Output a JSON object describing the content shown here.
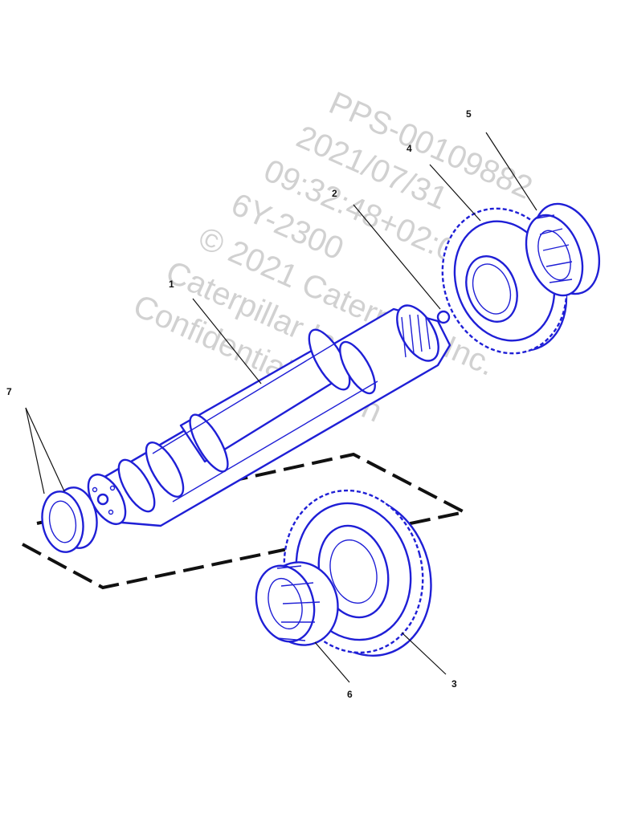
{
  "diagram": {
    "callouts": [
      {
        "id": "1",
        "label": "1"
      },
      {
        "id": "2",
        "label": "2"
      },
      {
        "id": "3",
        "label": "3"
      },
      {
        "id": "4",
        "label": "4"
      },
      {
        "id": "5",
        "label": "5"
      },
      {
        "id": "6",
        "label": "6"
      },
      {
        "id": "7",
        "label": "7"
      }
    ],
    "watermark": {
      "lines": [
        "PPS-00109882",
        "2021/07/31",
        "09:32:48+02:00",
        "6Y-2300",
        "© 2021 Caterpillar Inc.",
        "Caterpillar Inc.",
        "Confidential Green"
      ]
    },
    "colors": {
      "part_stroke": "#1f1fd6",
      "leader": "#111111",
      "watermark": "#c9c9c9"
    }
  }
}
